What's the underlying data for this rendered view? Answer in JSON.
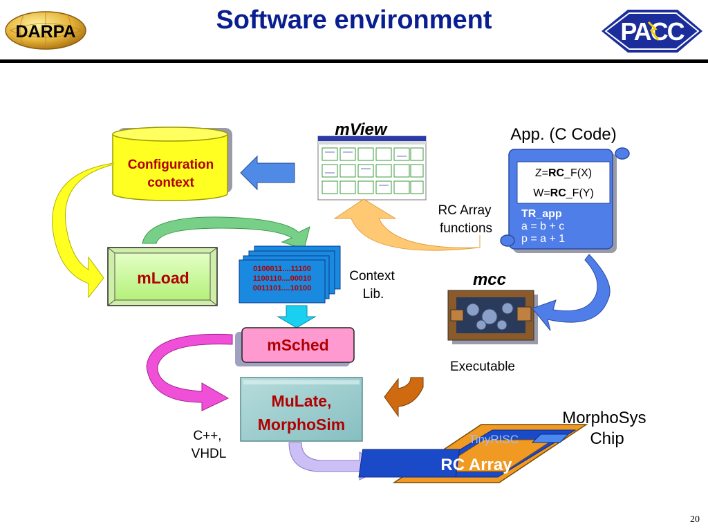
{
  "header": {
    "title": "Software environment",
    "left_logo_text": "DARPA",
    "right_logo_text": "PACC"
  },
  "nodes": {
    "config": "Configuration context",
    "config_line1": "Configuration",
    "config_line2": "context",
    "mview": "mView",
    "app_title": "App. (C Code)",
    "app_code": [
      "Z=RC_F(X)",
      "W=RC_F(Y)"
    ],
    "app_code_1": {
      "pre": "Z=",
      "bold": "RC",
      "post": "_F(X)"
    },
    "app_code_2": {
      "pre": "W=",
      "bold": "RC",
      "post": "_F(Y)"
    },
    "app_tr": "TR_app",
    "app_line1": "a = b + c",
    "app_line2": "p = a + 1",
    "rc_funcs_1": "RC Array",
    "rc_funcs_2": "functions",
    "mload": "mLoad",
    "bits": [
      "0100011....11100",
      "1100110....00010",
      "0011101....10100"
    ],
    "context_lib_1": "Context",
    "context_lib_2": "Lib.",
    "mcc": "mcc",
    "msched": "mSched",
    "executable": "Executable",
    "mulate_1": "MuLate,",
    "mulate_2": "MorphoSim",
    "cpp_1": "C++,",
    "cpp_2": "VHDL",
    "chip_1": "MorphoSys",
    "chip_2": "Chip",
    "tinyrisc": "TinyRISC",
    "rc_array": "RC Array"
  },
  "footer": {
    "page_number": "20"
  }
}
